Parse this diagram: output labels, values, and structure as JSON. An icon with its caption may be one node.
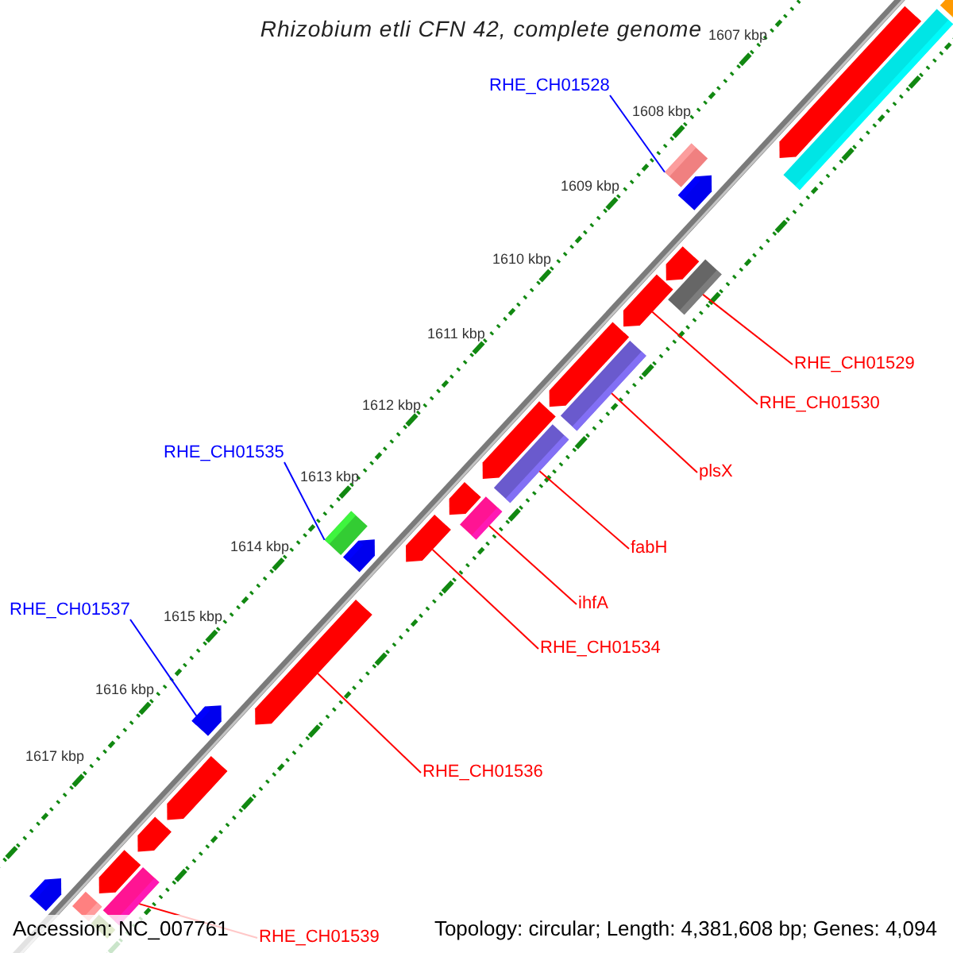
{
  "diagram": {
    "title": "Rhizobium etli CFN 42, complete genome",
    "nodes": [
      {
        "text": [
          "RHE_CH01528"
        ]
      },
      {
        "text": [],
        "shape": "bar"
      },
      {
        "text": [
          "RHE_CH01529"
        ]
      },
      {
        "text": [],
        "shape": "bar"
      },
      {
        "text": [
          "RHE_CH01530"
        ]
      },
      {
        "text": [],
        "shape": "bar"
      },
      {
        "text": [
          "plsX"
        ]
      },
      {
        "text": [],
        "shape": "bar"
      },
      {
        "text": [
          "RHE_CH01535"
        ]
      },
      {
        "text": [],
        "shape": "bar"
      },
      {
        "text": [
          "fabH"
        ]
      },
      {
        "text": [],
        "shape": "bar"
      },
      {
        "text": [
          "ihfA"
        ]
      },
      {
        "text": [],
        "shape": "bar"
      },
      {
        "text": [
          "RHE_CH01534"
        ]
      },
      {
        "text": [],
        "shape": "bar"
      },
      {
        "text": [
          "RHE_CH01537"
        ]
      },
      {
        "text": [],
        "shape": "bar"
      },
      {
        "text": [
          "RHE_CH01536"
        ]
      },
      {
        "text": [],
        "shape": "bar"
      },
      {
        "text": [
          "RHE_CH01539"
        ]
      },
      {
        "text": [],
        "shape": "bar"
      },
      {
        "text": [],
        "shape": "bar"
      },
      {
        "text": [],
        "shape": "bar"
      },
      {
        "text": [],
        "shape": "bar"
      },
      {
        "text": [],
        "shape": "bar"
      },
      {
        "text": [],
        "shape": "bar"
      },
      {
        "text": [],
        "shape": "bar"
      },
      {
        "text": [],
        "shape": "bar"
      },
      {
        "text": [],
        "shape": "bar"
      },
      {
        "text": [],
        "shape": "bar"
      },
      {
        "text": [],
        "shape": "bar"
      },
      {
        "text": [],
        "shape": "bar"
      },
      {
        "text": [],
        "shape": "bar"
      },
      {
        "text": [],
        "shape": "bar"
      },
      {
        "text": [],
        "shape": "bar"
      },
      {
        "text": [],
        "shape": "bar"
      }
    ],
    "edges": [
      {
        "from": 0,
        "to": 1,
        "arrow": "none",
        "color": "#0000ff"
      },
      {
        "from": 2,
        "to": 3,
        "arrow": "none"
      },
      {
        "from": 4,
        "to": 5,
        "arrow": "none"
      },
      {
        "from": 6,
        "to": 7,
        "arrow": "none"
      },
      {
        "from": 8,
        "to": 9,
        "arrow": "none",
        "color": "#0000ff"
      },
      {
        "from": 10,
        "to": 11,
        "arrow": "none"
      },
      {
        "from": 12,
        "to": 13,
        "arrow": "none"
      },
      {
        "from": 14,
        "to": 15,
        "arrow": "none"
      },
      {
        "from": 16,
        "to": 17,
        "arrow": "none",
        "color": "#0000ff"
      },
      {
        "from": 18,
        "to": 19,
        "arrow": "none"
      },
      {
        "from": 20,
        "to": 21,
        "arrow": "none"
      }
    ],
    "labels": [
      "1607 kbp",
      "1608 kbp",
      "1609 kbp",
      "1610 kbp",
      "1611 kbp",
      "1612 kbp",
      "1613 kbp",
      "1614 kbp",
      "1615 kbp",
      "1616 kbp",
      "1617 kbp",
      "Accession: NC_007761",
      "Topology: circular; Length: 4,381,608 bp; Genes: 4,094"
    ]
  }
}
